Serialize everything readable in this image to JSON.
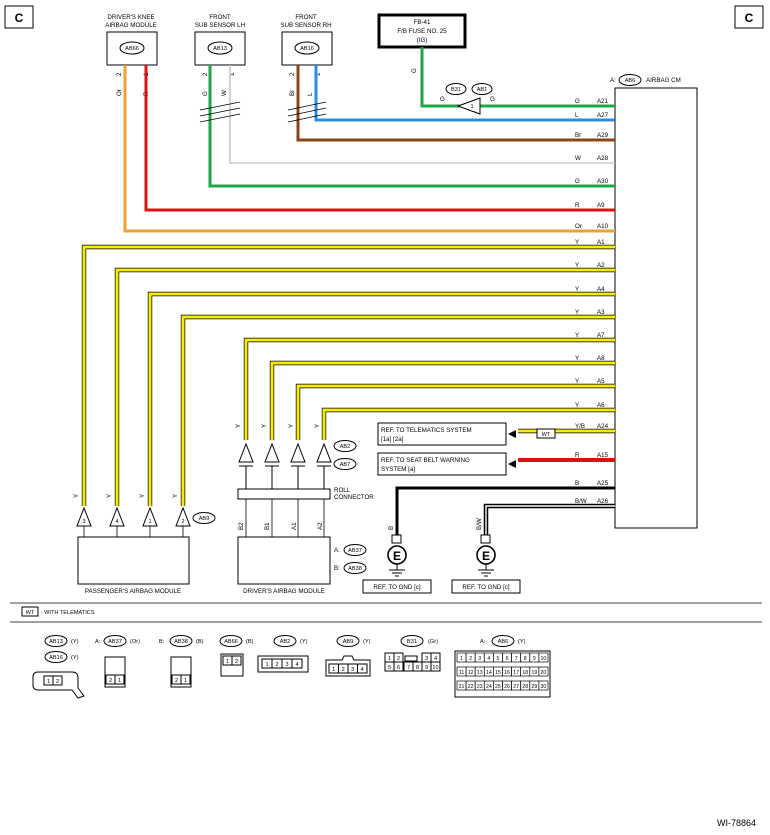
{
  "corner_labels": {
    "left": "C",
    "right": "C"
  },
  "diagram_id": "WI-78864",
  "fuse": {
    "lines": [
      "FB-41",
      "F/B FUSE NO. 25",
      "(IG)"
    ],
    "wire": "G"
  },
  "joint_connector": {
    "left_id": "B31",
    "right_id": "AB1",
    "pin": "1",
    "wire_left": "G",
    "wire_right": "G"
  },
  "airbag_cm": {
    "prefix": "A:",
    "connector_id": "AB6",
    "name": "AIRBAG CM"
  },
  "top_components": [
    {
      "name_lines": [
        "DRIVER'S KNEE",
        "AIRBAG MODULE"
      ],
      "connector_id": "AB66",
      "pins": [
        "2",
        "1"
      ],
      "wires": [
        "Or",
        "R"
      ]
    },
    {
      "name_lines": [
        "FRONT",
        "SUB SENSOR LH"
      ],
      "connector_id": "AB13",
      "pins": [
        "2",
        "1"
      ],
      "wires": [
        "G",
        "W"
      ]
    },
    {
      "name_lines": [
        "FRONT",
        "SUB SENSOR RH"
      ],
      "connector_id": "AB16",
      "pins": [
        "2",
        "1"
      ],
      "wires": [
        "Br",
        "L"
      ]
    }
  ],
  "cm_terminals": [
    {
      "color": "G",
      "pin": "A21"
    },
    {
      "color": "L",
      "pin": "A27"
    },
    {
      "color": "Br",
      "pin": "A29"
    },
    {
      "color": "W",
      "pin": "A28"
    },
    {
      "color": "G",
      "pin": "A30"
    },
    {
      "color": "R",
      "pin": "A9"
    },
    {
      "color": "Or",
      "pin": "A10"
    },
    {
      "color": "Y",
      "pin": "A1"
    },
    {
      "color": "Y",
      "pin": "A2"
    },
    {
      "color": "Y",
      "pin": "A4"
    },
    {
      "color": "Y",
      "pin": "A3"
    },
    {
      "color": "Y",
      "pin": "A7"
    },
    {
      "color": "Y",
      "pin": "A8"
    },
    {
      "color": "Y",
      "pin": "A5"
    },
    {
      "color": "Y",
      "pin": "A6"
    },
    {
      "color": "Y/B",
      "pin": "A24"
    },
    {
      "color": "R",
      "pin": "A15"
    },
    {
      "color": "B",
      "pin": "A25"
    },
    {
      "color": "B/W",
      "pin": "A26"
    }
  ],
  "references": [
    {
      "lines": [
        "REF. TO TELEMATICS SYSTEM",
        "[1a] [2a]"
      ]
    },
    {
      "lines": [
        "REF. TO SEAT BELT WARNING",
        "SYSTEM [a]"
      ]
    }
  ],
  "telematics_tag": "WT",
  "roll_connector": {
    "connector_ids": [
      "AB2",
      "AB7"
    ],
    "label_lines": [
      "ROLL",
      "CONNECTOR"
    ],
    "wires": [
      "Y",
      "Y",
      "Y",
      "Y"
    ]
  },
  "passenger_module": {
    "name": "PASSENGER'S AIRBAG MODULE",
    "connector_id": "AB9",
    "pins": [
      "3",
      "4",
      "1",
      "2"
    ],
    "wires": [
      "Y",
      "Y",
      "Y",
      "Y"
    ]
  },
  "driver_module": {
    "name": "DRIVER'S AIRBAG MODULE",
    "pins": [
      "B2",
      "B1",
      "A1",
      "A2"
    ],
    "connectors": [
      {
        "prefix": "A:",
        "id": "AB37"
      },
      {
        "prefix": "B:",
        "id": "AB38"
      }
    ]
  },
  "grounds": [
    {
      "wire": "B",
      "symbol": "E",
      "ref": "REF. TO GND [c]"
    },
    {
      "wire": "B/W",
      "symbol": "E",
      "ref": "REF. TO GND [c]"
    }
  ],
  "legend": {
    "tag": "WT",
    "text": ": WITH TELEMATICS"
  },
  "connector_views": [
    {
      "labels": [
        {
          "prefix": "",
          "id": "AB13",
          "color": "(Y)"
        },
        {
          "prefix": "",
          "id": "AB16",
          "color": "(Y)"
        }
      ],
      "pins": [
        "1",
        "2"
      ]
    },
    {
      "labels": [
        {
          "prefix": "A:",
          "id": "AB37",
          "color": "(Or)"
        }
      ],
      "pins": [
        "2",
        "1"
      ]
    },
    {
      "labels": [
        {
          "prefix": "B:",
          "id": "AB38",
          "color": "(B)"
        }
      ],
      "pins": [
        "2",
        "1"
      ]
    },
    {
      "labels": [
        {
          "prefix": "",
          "id": "AB66",
          "color": "(B)"
        }
      ],
      "pins": [
        "1",
        "2"
      ]
    },
    {
      "labels": [
        {
          "prefix": "",
          "id": "AB2",
          "color": "(Y)"
        }
      ],
      "pins": [
        "1",
        "2",
        "3",
        "4"
      ]
    },
    {
      "labels": [
        {
          "prefix": "",
          "id": "AB9",
          "color": "(Y)"
        }
      ],
      "pins": [
        "1",
        "2",
        "3",
        "4"
      ]
    },
    {
      "labels": [
        {
          "prefix": "",
          "id": "B31",
          "color": "(Gr)"
        }
      ],
      "pins": [
        "1",
        "2",
        "3",
        "4",
        "5",
        "6",
        "7",
        "8",
        "9",
        "10"
      ]
    },
    {
      "labels": [
        {
          "prefix": "A:",
          "id": "AB6",
          "color": "(Y)"
        }
      ],
      "pins": [
        "1",
        "2",
        "3",
        "4",
        "5",
        "6",
        "7",
        "8",
        "9",
        "10",
        "11",
        "12",
        "13",
        "14",
        "15",
        "16",
        "17",
        "18",
        "19",
        "20",
        "21",
        "22",
        "23",
        "24",
        "25",
        "26",
        "27",
        "28",
        "29",
        "30"
      ]
    }
  ],
  "colors": {
    "Y": "#f5ec00",
    "G": "#1fa64a",
    "L": "#2a8ee0",
    "Br": "#8b4513",
    "W": "#c8c8c8",
    "R": "#e01010",
    "Or": "#f0a030",
    "B": "#000000",
    "Y/B": "#f5ec00",
    "B/W": "#000000"
  }
}
